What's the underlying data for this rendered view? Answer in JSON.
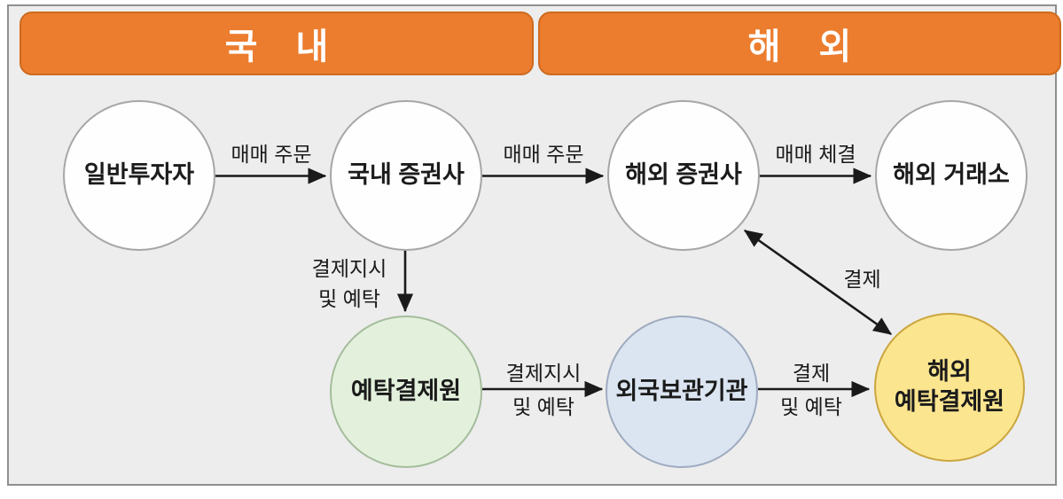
{
  "headers": {
    "domestic": "국 내",
    "overseas": "해 외"
  },
  "nodes": {
    "investor": {
      "label": "일반투자자"
    },
    "domestic_broker": {
      "label": "국내 증권사"
    },
    "overseas_broker": {
      "label": "해외 증권사"
    },
    "overseas_exchange": {
      "label": "해외 거래소"
    },
    "ksd": {
      "label": "예탁결제원"
    },
    "foreign_custodian": {
      "label": "외국보관기관"
    },
    "overseas_csd": {
      "line1": "해외",
      "line2": "예탁결제원"
    }
  },
  "edges": {
    "order1": {
      "label": "매매 주문",
      "from": "investor",
      "to": "domestic_broker"
    },
    "order2": {
      "label": "매매 주문",
      "from": "domestic_broker",
      "to": "overseas_broker"
    },
    "execution": {
      "label": "매매 체결",
      "from": "overseas_broker",
      "to": "overseas_exchange"
    },
    "settle_instruct_vertical": {
      "line1": "결제지시",
      "line2": "및 예탁",
      "from": "domestic_broker",
      "to": "ksd"
    },
    "settle_instruct_horizontal": {
      "line1": "결제지시",
      "line2": "및 예탁",
      "from": "ksd",
      "to": "foreign_custodian"
    },
    "settle_deposit": {
      "line1": "결제",
      "line2": "및 예탁",
      "from": "foreign_custodian",
      "to": "overseas_csd"
    },
    "settlement": {
      "label": "결제",
      "from": "overseas_broker",
      "to": "overseas_csd",
      "bidirectional": true
    }
  },
  "palette": {
    "header_fill": "#EC7D2E",
    "header_border": "#CE6A1F",
    "header_text": "#FFFFFF",
    "frame_fill": "#EDEDED",
    "frame_border": "#8F8F8F",
    "node_white_fill": "#FEFEFE",
    "node_white_border": "#A6A6A6",
    "node_green_fill": "#E3F1DC",
    "node_green_border": "#A5BD9C",
    "node_blue_fill": "#DBE5F1",
    "node_blue_border": "#9FABC0",
    "node_yellow_fill": "#FBE58F",
    "node_yellow_border": "#CBA63F",
    "arrow_color": "#1A1A1A",
    "text_color": "#1B1B1B"
  }
}
